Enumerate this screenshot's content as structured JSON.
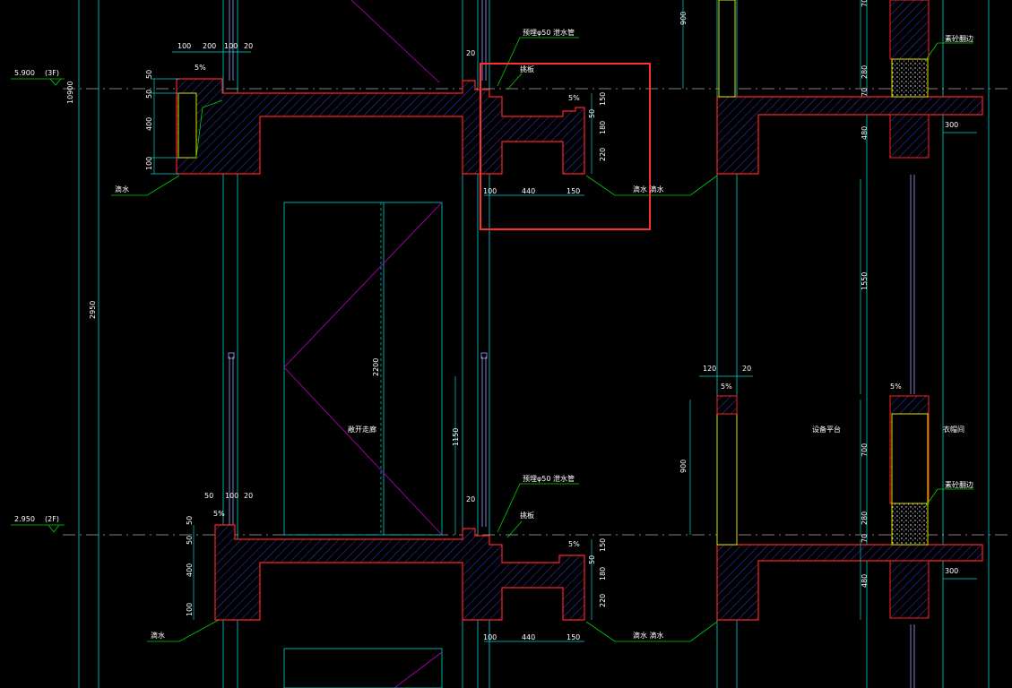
{
  "colors": {
    "background": "#000000",
    "wall_outline": "#ff2020",
    "concrete_hatch": "#3a3ad8",
    "dimension": "#00d2d2",
    "leader": "#00d200",
    "annotation": "#ffffff",
    "window": "#a0a0ff",
    "frame_highlight": "#e0e000",
    "selection_box": "#ff3030",
    "magenta": "#c000c0"
  },
  "levels": {
    "upper": {
      "value": "5.900",
      "floor": "(3F)"
    },
    "lower": {
      "value": "2.950",
      "floor": "(2F)"
    }
  },
  "labels": {
    "drain_pipe": "预埋φ50 泄水管",
    "ledge": "挑板",
    "drip": "滴水",
    "drip_double": "滴水 滴水",
    "corridor": "敞开走廊",
    "equipment_platform": "设备平台",
    "wardrobe": "衣帽间",
    "plain_concrete": "素砼翻边",
    "slope": "5%"
  },
  "dims": {
    "d100": "100",
    "d200": "200",
    "d20": "20",
    "d50": "50",
    "d400": "400",
    "d440": "440",
    "d150": "150",
    "d180": "180",
    "d220": "220",
    "d120": "120",
    "d300": "300",
    "d480": "480",
    "d280": "280",
    "d70": "70",
    "d700": "700",
    "d900": "900",
    "d1150": "1150",
    "d1550": "1550",
    "d2200": "2200",
    "d2950": "2950",
    "d10900": "10900"
  }
}
